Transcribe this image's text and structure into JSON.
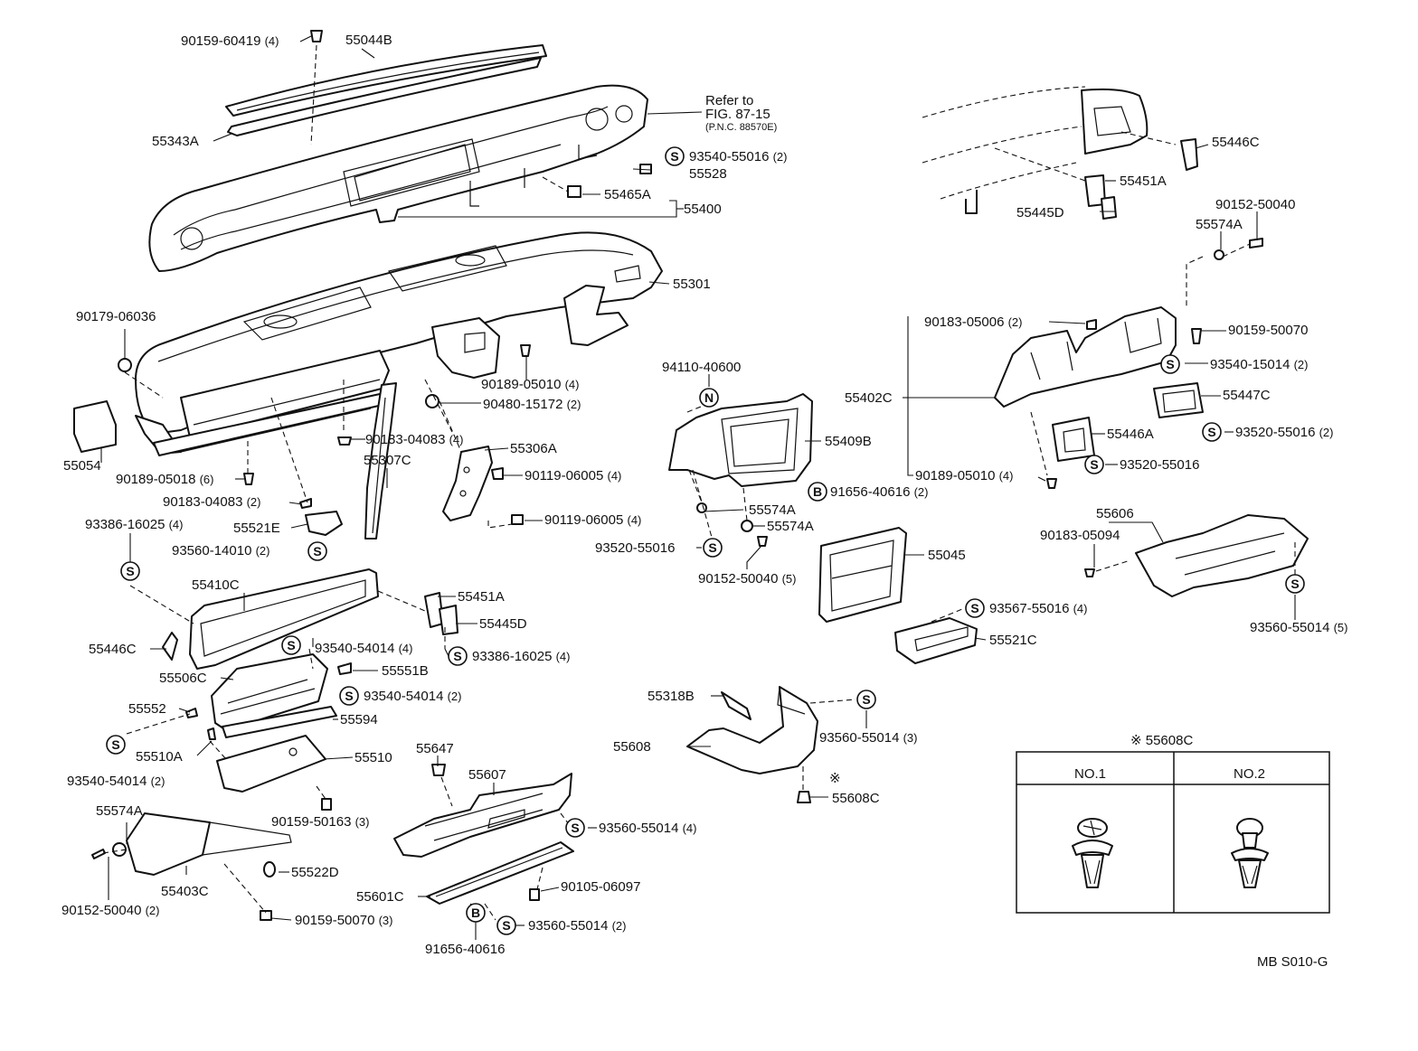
{
  "diagram_id": "MB S010-G",
  "note_ref": {
    "line1": "Refer to",
    "line2": "FIG. 87-15",
    "line3": "(P.N.C. 88570E)"
  },
  "clip_table": {
    "title": "※ 55608C",
    "col1": "NO.1",
    "col2": "NO.2"
  },
  "callout_marks": {
    "s": "S",
    "b": "B",
    "n": "N",
    "note": "※"
  },
  "labels": {
    "l1": {
      "text": "90159-60419",
      "qty": "(4)"
    },
    "l2": {
      "text": "55044B"
    },
    "l3": {
      "text": "55343A"
    },
    "l5": {
      "text": "93540-55016",
      "qty": "(2)"
    },
    "l6": {
      "text": "55528"
    },
    "l7": {
      "text": "55465A"
    },
    "l8": {
      "text": "55400"
    },
    "l9": {
      "text": "55301"
    },
    "l10": {
      "text": "90179-06036"
    },
    "l11": {
      "text": "90189-05010",
      "qty": "(4)"
    },
    "l12": {
      "text": "90480-15172",
      "qty": "(2)"
    },
    "l13": {
      "text": "90183-04083",
      "qty": "(4)"
    },
    "l14": {
      "text": "55054"
    },
    "l15": {
      "text": "55306A"
    },
    "l16": {
      "text": "90189-05018",
      "qty": "(6)"
    },
    "l17": {
      "text": "55307C"
    },
    "l18": {
      "text": "90119-06005",
      "qty": "(4)"
    },
    "l19": {
      "text": "90183-04083",
      "qty": "(2)"
    },
    "l20": {
      "text": "55521E"
    },
    "l21": {
      "text": "90119-06005",
      "qty": "(4)"
    },
    "l22": {
      "text": "93386-16025",
      "qty": "(4)"
    },
    "l23": {
      "text": "93560-14010",
      "qty": "(2)"
    },
    "l24": {
      "text": "55410C"
    },
    "l25": {
      "text": "55451A"
    },
    "l26": {
      "text": "55445D"
    },
    "l27": {
      "text": "55446C"
    },
    "l28": {
      "text": "93540-54014",
      "qty": "(4)"
    },
    "l29": {
      "text": "93386-16025",
      "qty": "(4)"
    },
    "l30": {
      "text": "55506C"
    },
    "l31": {
      "text": "55551B"
    },
    "l32": {
      "text": "93540-54014",
      "qty": "(2)"
    },
    "l33": {
      "text": "55552"
    },
    "l34": {
      "text": "55594"
    },
    "l35": {
      "text": "55510A"
    },
    "l36": {
      "text": "55510"
    },
    "l37": {
      "text": "93540-54014",
      "qty": "(2)"
    },
    "l38": {
      "text": "90159-50163",
      "qty": "(3)"
    },
    "l39": {
      "text": "55574A"
    },
    "l40": {
      "text": "55522D"
    },
    "l41": {
      "text": "55403C"
    },
    "l42": {
      "text": "90152-50040",
      "qty": "(2)"
    },
    "l43": {
      "text": "90159-50070",
      "qty": "(3)"
    },
    "l44": {
      "text": "55647"
    },
    "l45": {
      "text": "55607"
    },
    "l46": {
      "text": "93560-55014",
      "qty": "(4)"
    },
    "l47": {
      "text": "90105-06097"
    },
    "l48": {
      "text": "55601C"
    },
    "l49": {
      "text": "93560-55014",
      "qty": "(2)"
    },
    "l50": {
      "text": "91656-40616"
    },
    "l51": {
      "text": "94110-40600"
    },
    "l52": {
      "text": "55409B"
    },
    "l53": {
      "text": "91656-40616",
      "qty": "(2)"
    },
    "l54": {
      "text": "55574A"
    },
    "l55": {
      "text": "55574A"
    },
    "l56": {
      "text": "93520-55016"
    },
    "l57": {
      "text": "90152-50040",
      "qty": "(5)"
    },
    "l58": {
      "text": "55045"
    },
    "l59": {
      "text": "93567-55016",
      "qty": "(4)"
    },
    "l60": {
      "text": "55521C"
    },
    "l61": {
      "text": "55318B"
    },
    "l62": {
      "text": "55608"
    },
    "l63": {
      "text": "93560-55014",
      "qty": "(3)"
    },
    "l64": {
      "text": "55608C"
    },
    "l65": {
      "text": "55446C"
    },
    "l66": {
      "text": "55451A"
    },
    "l67": {
      "text": "55445D"
    },
    "l68": {
      "text": "90152-50040"
    },
    "l69": {
      "text": "55574A"
    },
    "l70": {
      "text": "90183-05006",
      "qty": "(2)"
    },
    "l71": {
      "text": "90159-50070"
    },
    "l72": {
      "text": "93540-15014",
      "qty": "(2)"
    },
    "l73": {
      "text": "55402C"
    },
    "l74": {
      "text": "55447C"
    },
    "l75": {
      "text": "55446A"
    },
    "l76": {
      "text": "93520-55016",
      "qty": "(2)"
    },
    "l77": {
      "text": "90189-05010",
      "qty": "(4)"
    },
    "l78": {
      "text": "93520-55016"
    },
    "l79": {
      "text": "55606"
    },
    "l80": {
      "text": "90183-05094"
    },
    "l81": {
      "text": "93560-55014",
      "qty": "(5)"
    }
  }
}
